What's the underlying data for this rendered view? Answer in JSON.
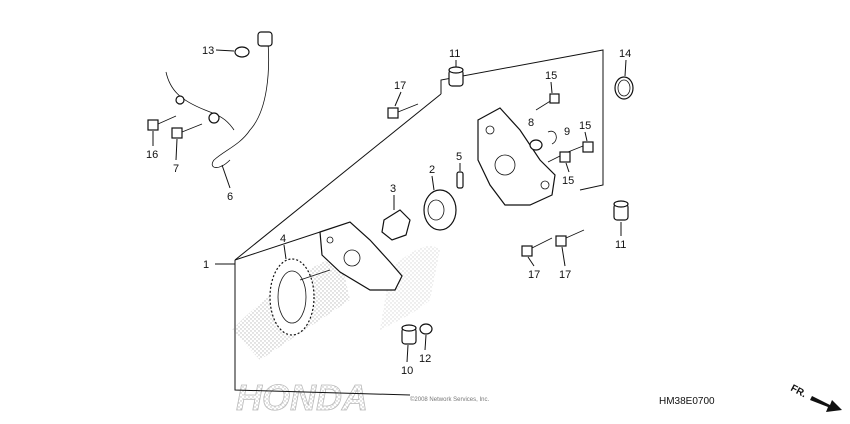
{
  "diagram": {
    "drawing_code": "HM38E0700",
    "front_marker": "FR.",
    "watermark": "HONDA",
    "copyright": "©2008 Network Services, Inc.",
    "callouts": [
      {
        "id": "13",
        "label": "13"
      },
      {
        "id": "11a",
        "label": "11"
      },
      {
        "id": "14",
        "label": "14"
      },
      {
        "id": "17a",
        "label": "17"
      },
      {
        "id": "15a",
        "label": "15"
      },
      {
        "id": "8",
        "label": "8"
      },
      {
        "id": "9",
        "label": "9"
      },
      {
        "id": "15b",
        "label": "15"
      },
      {
        "id": "15c",
        "label": "15"
      },
      {
        "id": "16",
        "label": "16"
      },
      {
        "id": "7",
        "label": "7"
      },
      {
        "id": "6",
        "label": "6"
      },
      {
        "id": "2",
        "label": "2"
      },
      {
        "id": "5",
        "label": "5"
      },
      {
        "id": "3",
        "label": "3"
      },
      {
        "id": "11b",
        "label": "11"
      },
      {
        "id": "4",
        "label": "4"
      },
      {
        "id": "1",
        "label": "1"
      },
      {
        "id": "17b",
        "label": "17"
      },
      {
        "id": "17c",
        "label": "17"
      },
      {
        "id": "12",
        "label": "12"
      },
      {
        "id": "10",
        "label": "10"
      }
    ]
  }
}
